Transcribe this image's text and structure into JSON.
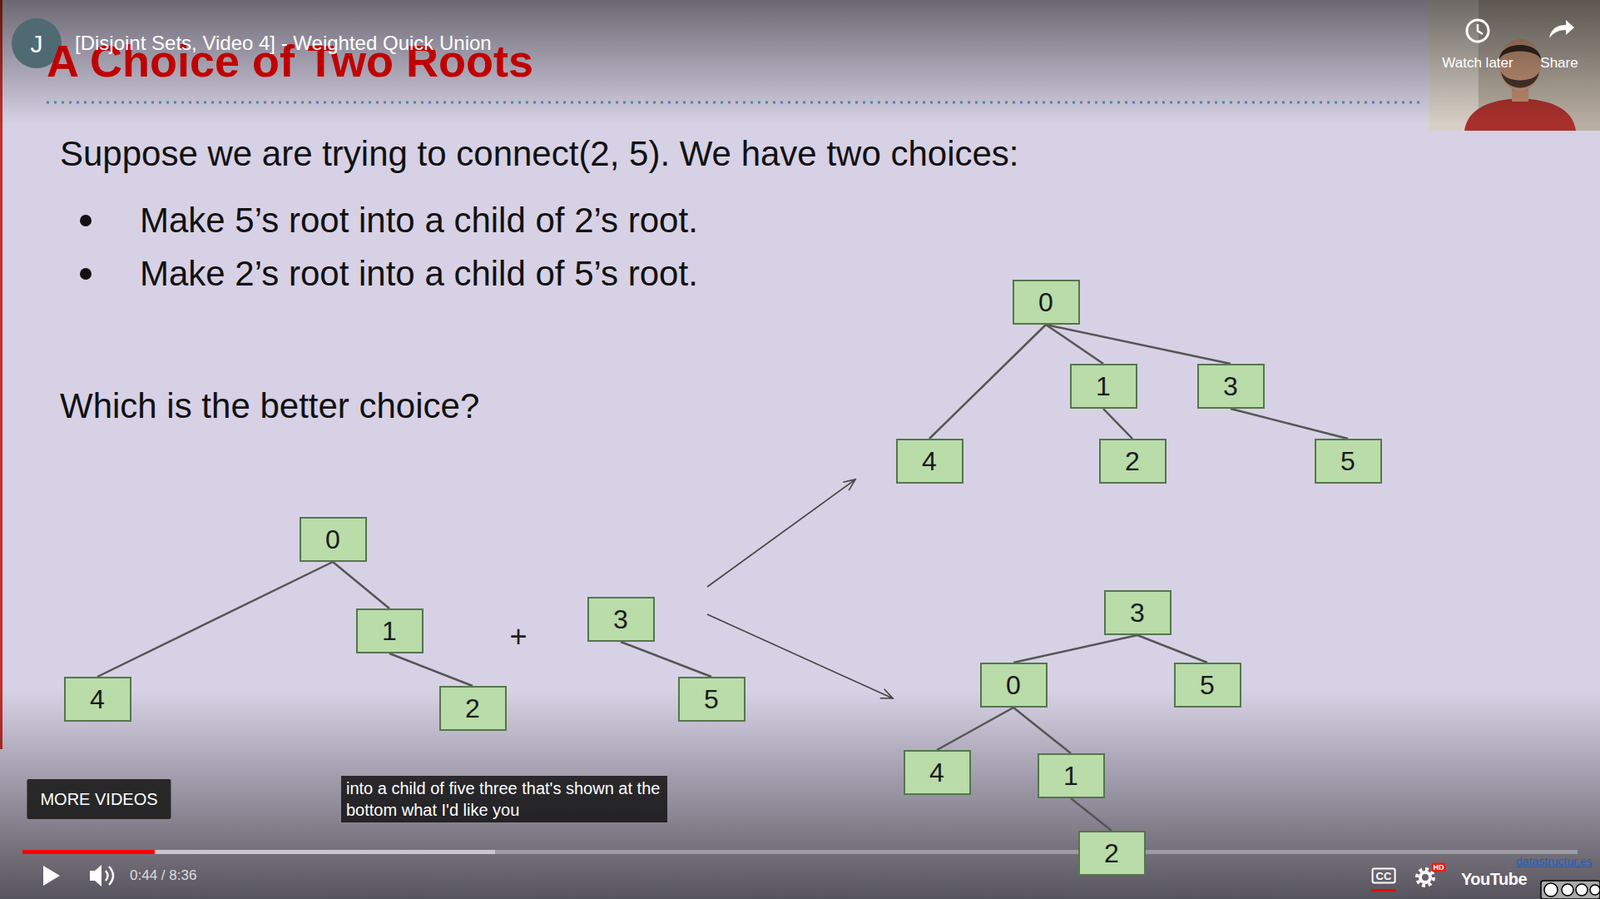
{
  "diagram": {
    "title": "A Choice of Two Roots",
    "nodes": [
      {
        "text": [
          "0"
        ]
      },
      {
        "text": [
          "4"
        ]
      },
      {
        "text": [
          "1"
        ]
      },
      {
        "text": [
          "2"
        ]
      },
      {
        "text": [
          "3"
        ]
      },
      {
        "text": [
          "5"
        ]
      },
      {
        "text": [
          "0"
        ]
      },
      {
        "text": [
          "1"
        ]
      },
      {
        "text": [
          "3"
        ]
      },
      {
        "text": [
          "4"
        ]
      },
      {
        "text": [
          "2"
        ]
      },
      {
        "text": [
          "5"
        ]
      },
      {
        "text": [
          "3"
        ]
      },
      {
        "text": [
          "0"
        ]
      },
      {
        "text": [
          "5"
        ]
      },
      {
        "text": [
          "4"
        ]
      },
      {
        "text": [
          "1"
        ]
      },
      {
        "text": [
          "2"
        ]
      }
    ],
    "edges": [
      {
        "from": 0,
        "to": 1,
        "arrow": "none"
      },
      {
        "from": 0,
        "to": 2,
        "arrow": "none"
      },
      {
        "from": 2,
        "to": 3,
        "arrow": "none"
      },
      {
        "from": 4,
        "to": 5,
        "arrow": "none"
      },
      {
        "from": 6,
        "to": 9,
        "arrow": "none"
      },
      {
        "from": 6,
        "to": 7,
        "arrow": "none"
      },
      {
        "from": 6,
        "to": 8,
        "arrow": "none"
      },
      {
        "from": 7,
        "to": 10,
        "arrow": "none"
      },
      {
        "from": 8,
        "to": 11,
        "arrow": "none"
      },
      {
        "from": 12,
        "to": 13,
        "arrow": "none"
      },
      {
        "from": 12,
        "to": 14,
        "arrow": "none"
      },
      {
        "from": 13,
        "to": 15,
        "arrow": "none"
      },
      {
        "from": 13,
        "to": 16,
        "arrow": "none"
      },
      {
        "from": 16,
        "to": 17,
        "arrow": "none"
      }
    ],
    "labels": [
      "J",
      "[Disjoint Sets, Video 4] - Weighted Quick Union",
      "Watch later",
      "Share",
      "Suppose we are trying to connect(2, 5). We have two choices:",
      "Make 5’s root into a child of 2’s root.",
      "Make 2’s root into a child of 5’s root.",
      "Which is the better choice?",
      "+",
      "into a child of five three that's shown at the bottom what I'd like you",
      "MORE VIDEOS",
      "0:44 / 8:36",
      "CC",
      "HD",
      "YouTube",
      "datastructur.es"
    ]
  }
}
